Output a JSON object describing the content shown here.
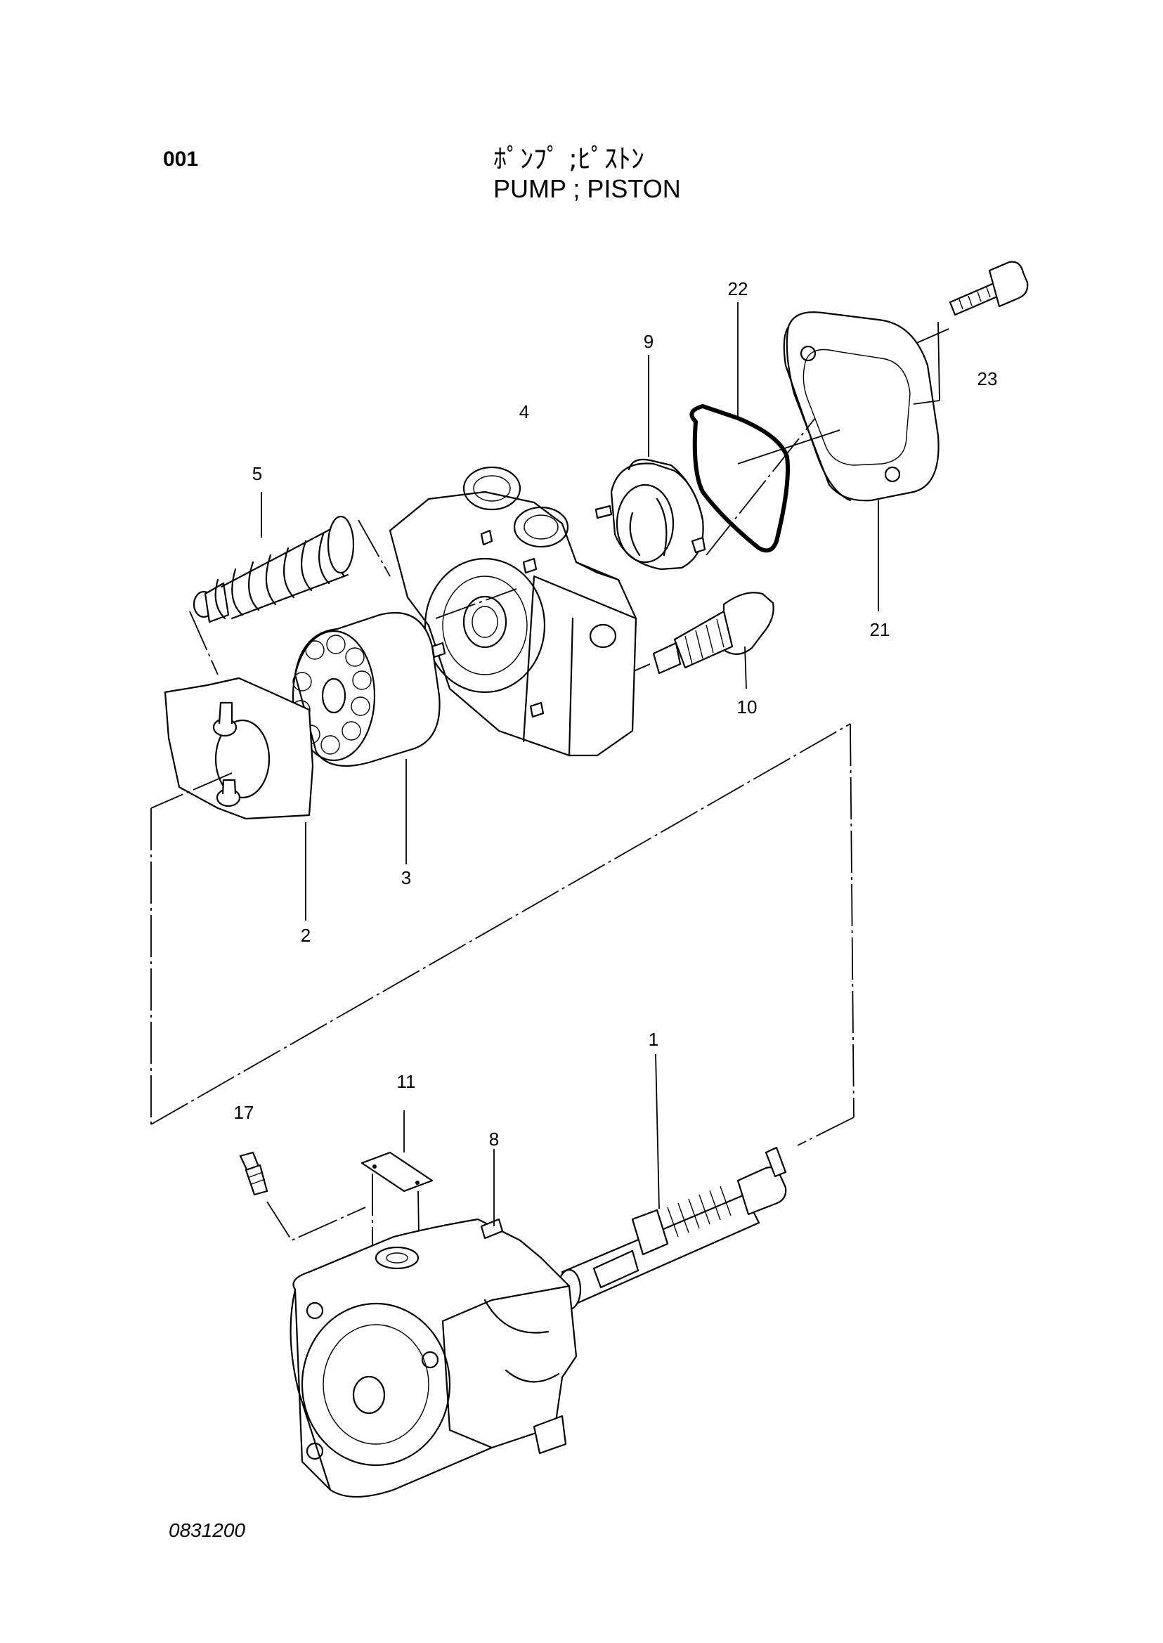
{
  "header": {
    "page_number": "001",
    "title_jp": "ﾎﾟﾝﾌﾟ ;ﾋﾟｽﾄﾝ",
    "title_en": "PUMP  ; PISTON"
  },
  "footer": {
    "drawing_number": "0831200"
  },
  "callouts": {
    "c1": "1",
    "c2": "2",
    "c3": "3",
    "c4": "4",
    "c5": "5",
    "c8": "8",
    "c9": "9",
    "c10": "10",
    "c11": "11",
    "c17": "17",
    "c21": "21",
    "c22": "22",
    "c23": "23"
  }
}
